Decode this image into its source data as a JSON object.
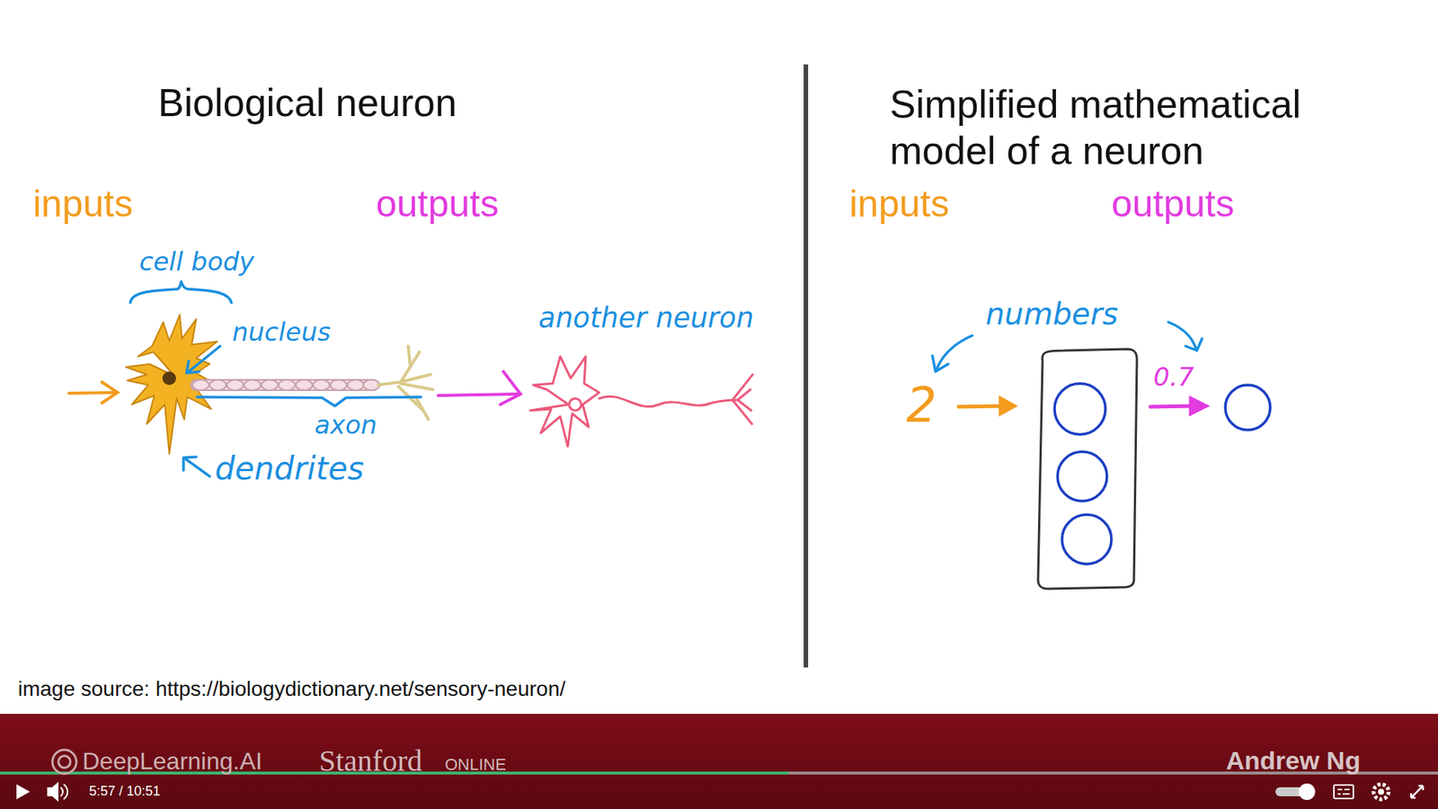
{
  "diagram": {
    "caption": "image source: https://biologydictionary.net/sensory-neuron/",
    "labels": [
      "Biological neuron",
      "Simplified mathematical model of a neuron",
      "inputs",
      "outputs",
      "inputs",
      "outputs",
      "cell body",
      "nucleus",
      "axon",
      "dendrites",
      "another neuron",
      "numbers",
      "2",
      "0.7",
      "DeepLearning.AI",
      "Stanford",
      "ONLINE",
      "Andrew Ng",
      "5:57 / 10:51"
    ]
  }
}
